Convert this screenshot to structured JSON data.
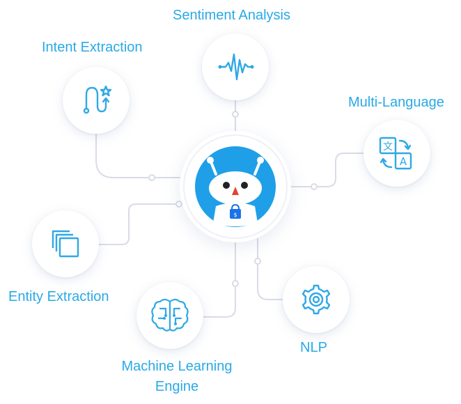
{
  "features": {
    "sentiment": "Sentiment Analysis",
    "intent": "Intent Extraction",
    "multilang": "Multi-Language",
    "entity": "Entity Extraction",
    "ml_line1": "Machine Learning",
    "ml_line2": "Engine",
    "nlp": "NLP"
  },
  "icons": {
    "sentiment": "waveform-icon",
    "intent": "path-star-icon",
    "multilang": "translate-icon",
    "entity": "stacked-squares-icon",
    "ml": "brain-circuit-icon",
    "nlp": "gear-icon",
    "center": "robot-logo-icon"
  },
  "colors": {
    "accent": "#29a9e6",
    "icon": "#2fa8e5",
    "connector": "#d9dbe8",
    "robot_bg": "#1f9fe8"
  }
}
